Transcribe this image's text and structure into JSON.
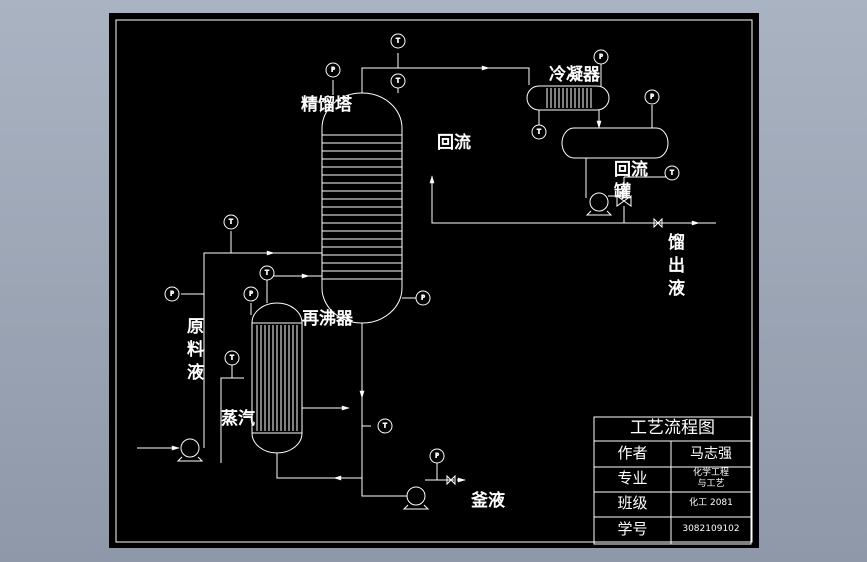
{
  "labels": {
    "column": "精馏塔",
    "condenser": "冷凝器",
    "reflux_line": "回流",
    "reflux_drum": "回流罐",
    "distillate": "馏出液",
    "feed": "原料液",
    "reboiler": "再沸器",
    "steam": "蒸汽",
    "bottoms": "釜液"
  },
  "instrument_tags": {
    "temperature": "T",
    "pressure": "P"
  },
  "title_block": {
    "title": "工艺流程图",
    "author_label": "作者",
    "author_value": "马志强",
    "major_label": "专业",
    "major_value_line1": "化学工程",
    "major_value_line2": "与工艺",
    "class_label": "班级",
    "class_value": "化工 2081",
    "id_label": "学号",
    "id_value": "3082109102"
  },
  "colors": {
    "background": "#000000",
    "lines": "#ffffff",
    "frame_outer": "#9aa4b4"
  }
}
